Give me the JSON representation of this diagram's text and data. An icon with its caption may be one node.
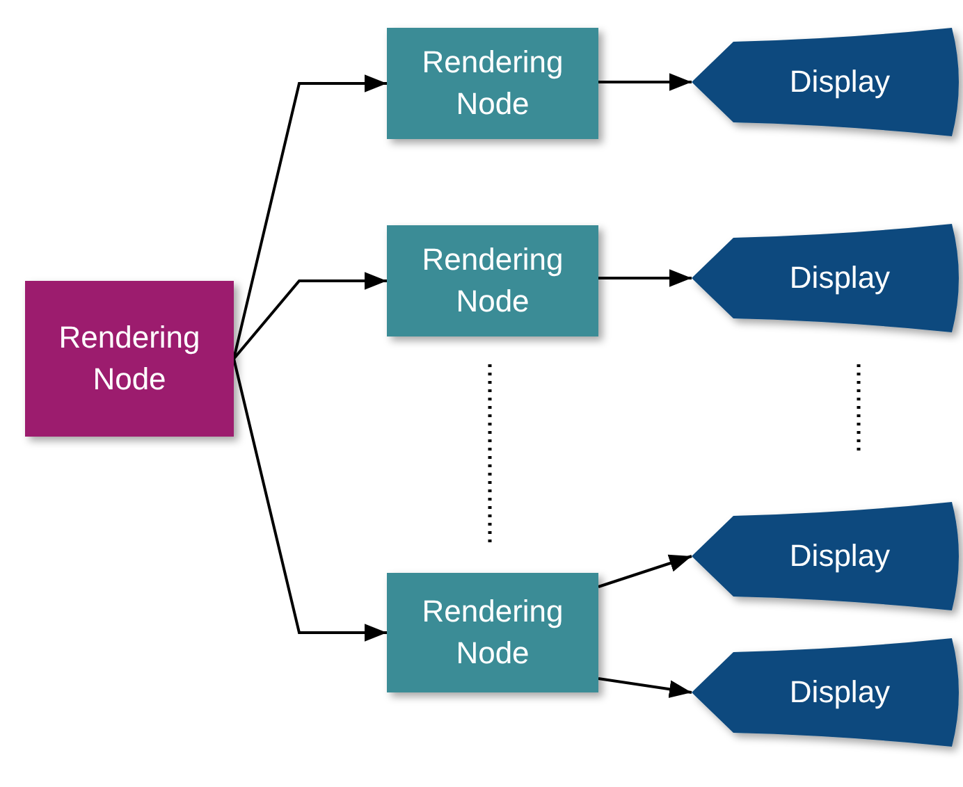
{
  "diagram": {
    "nodes": [
      {
        "text": [
          "Rendering Node"
        ]
      },
      {
        "text": [
          "Rendering Node"
        ]
      },
      {
        "text": [
          "Rendering Node"
        ]
      },
      {
        "text": [
          "Rendering Node"
        ]
      },
      {
        "text": [
          "Display"
        ]
      },
      {
        "text": [
          "Display"
        ]
      },
      {
        "text": [
          "Display"
        ]
      },
      {
        "text": [
          "Display"
        ]
      }
    ],
    "edges": [
      {
        "from": 0,
        "to": 1,
        "arrow": "to"
      },
      {
        "from": 0,
        "to": 2,
        "arrow": "to"
      },
      {
        "from": 0,
        "to": 3,
        "arrow": "to"
      },
      {
        "from": 1,
        "to": 4,
        "arrow": "to"
      },
      {
        "from": 2,
        "to": 5,
        "arrow": "to"
      },
      {
        "from": 3,
        "to": 6,
        "arrow": "to"
      },
      {
        "from": 3,
        "to": 7,
        "arrow": "to"
      }
    ]
  }
}
